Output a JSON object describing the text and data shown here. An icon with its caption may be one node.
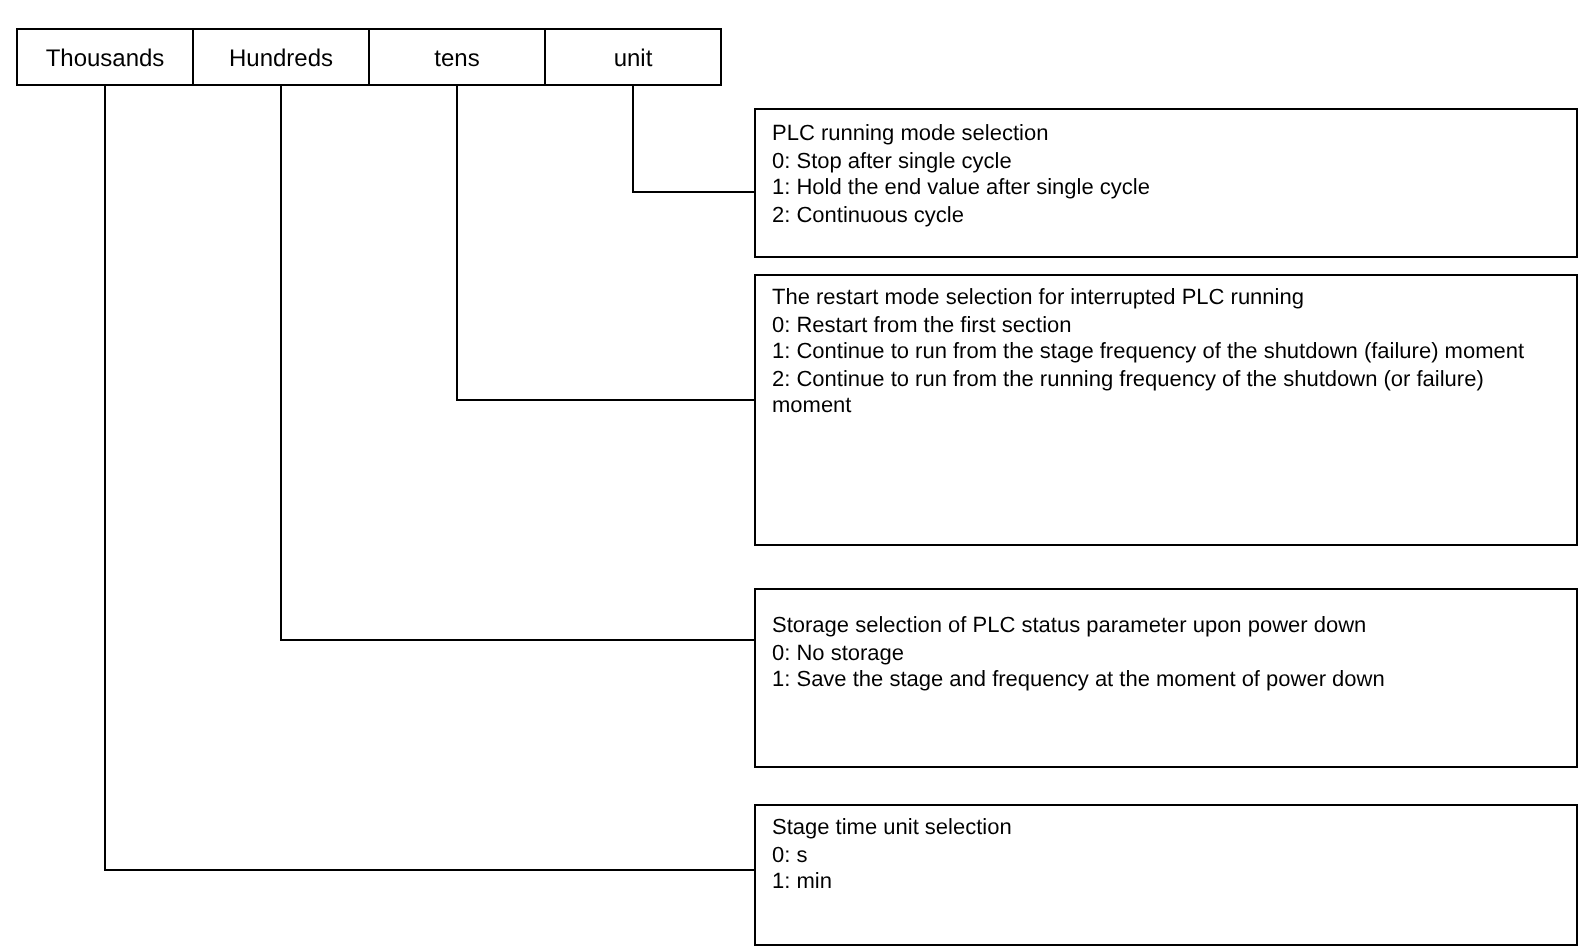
{
  "diagram": {
    "nodes": [
      {
        "text": [
          "Thousands"
        ]
      },
      {
        "text": [
          "Hundreds"
        ]
      },
      {
        "text": [
          "tens"
        ]
      },
      {
        "text": [
          "unit"
        ]
      },
      {
        "text": [
          "PLC running mode selection",
          "0: Stop after single cycle",
          "1: Hold the end value after single cycle",
          "2: Continuous cycle"
        ]
      },
      {
        "text": [
          "The restart mode selection for interrupted PLC running",
          "0: Restart from the first section",
          "1: Continue to run from the stage frequency of the shutdown (failure) moment",
          "2: Continue to run from the running frequency of the shutdown (or failure) moment"
        ]
      },
      {
        "text": [
          "Storage selection of PLC status parameter upon power down",
          "0: No storage",
          "1: Save the stage and frequency at the moment of power down"
        ]
      },
      {
        "text": [
          "Stage time unit selection",
          "0: s",
          "1: min"
        ]
      }
    ],
    "edges": [
      {
        "from": 3,
        "to": 4,
        "arrow": "none"
      },
      {
        "from": 2,
        "to": 5,
        "arrow": "none"
      },
      {
        "from": 1,
        "to": 6,
        "arrow": "none"
      },
      {
        "from": 0,
        "to": 7,
        "arrow": "none"
      }
    ]
  }
}
